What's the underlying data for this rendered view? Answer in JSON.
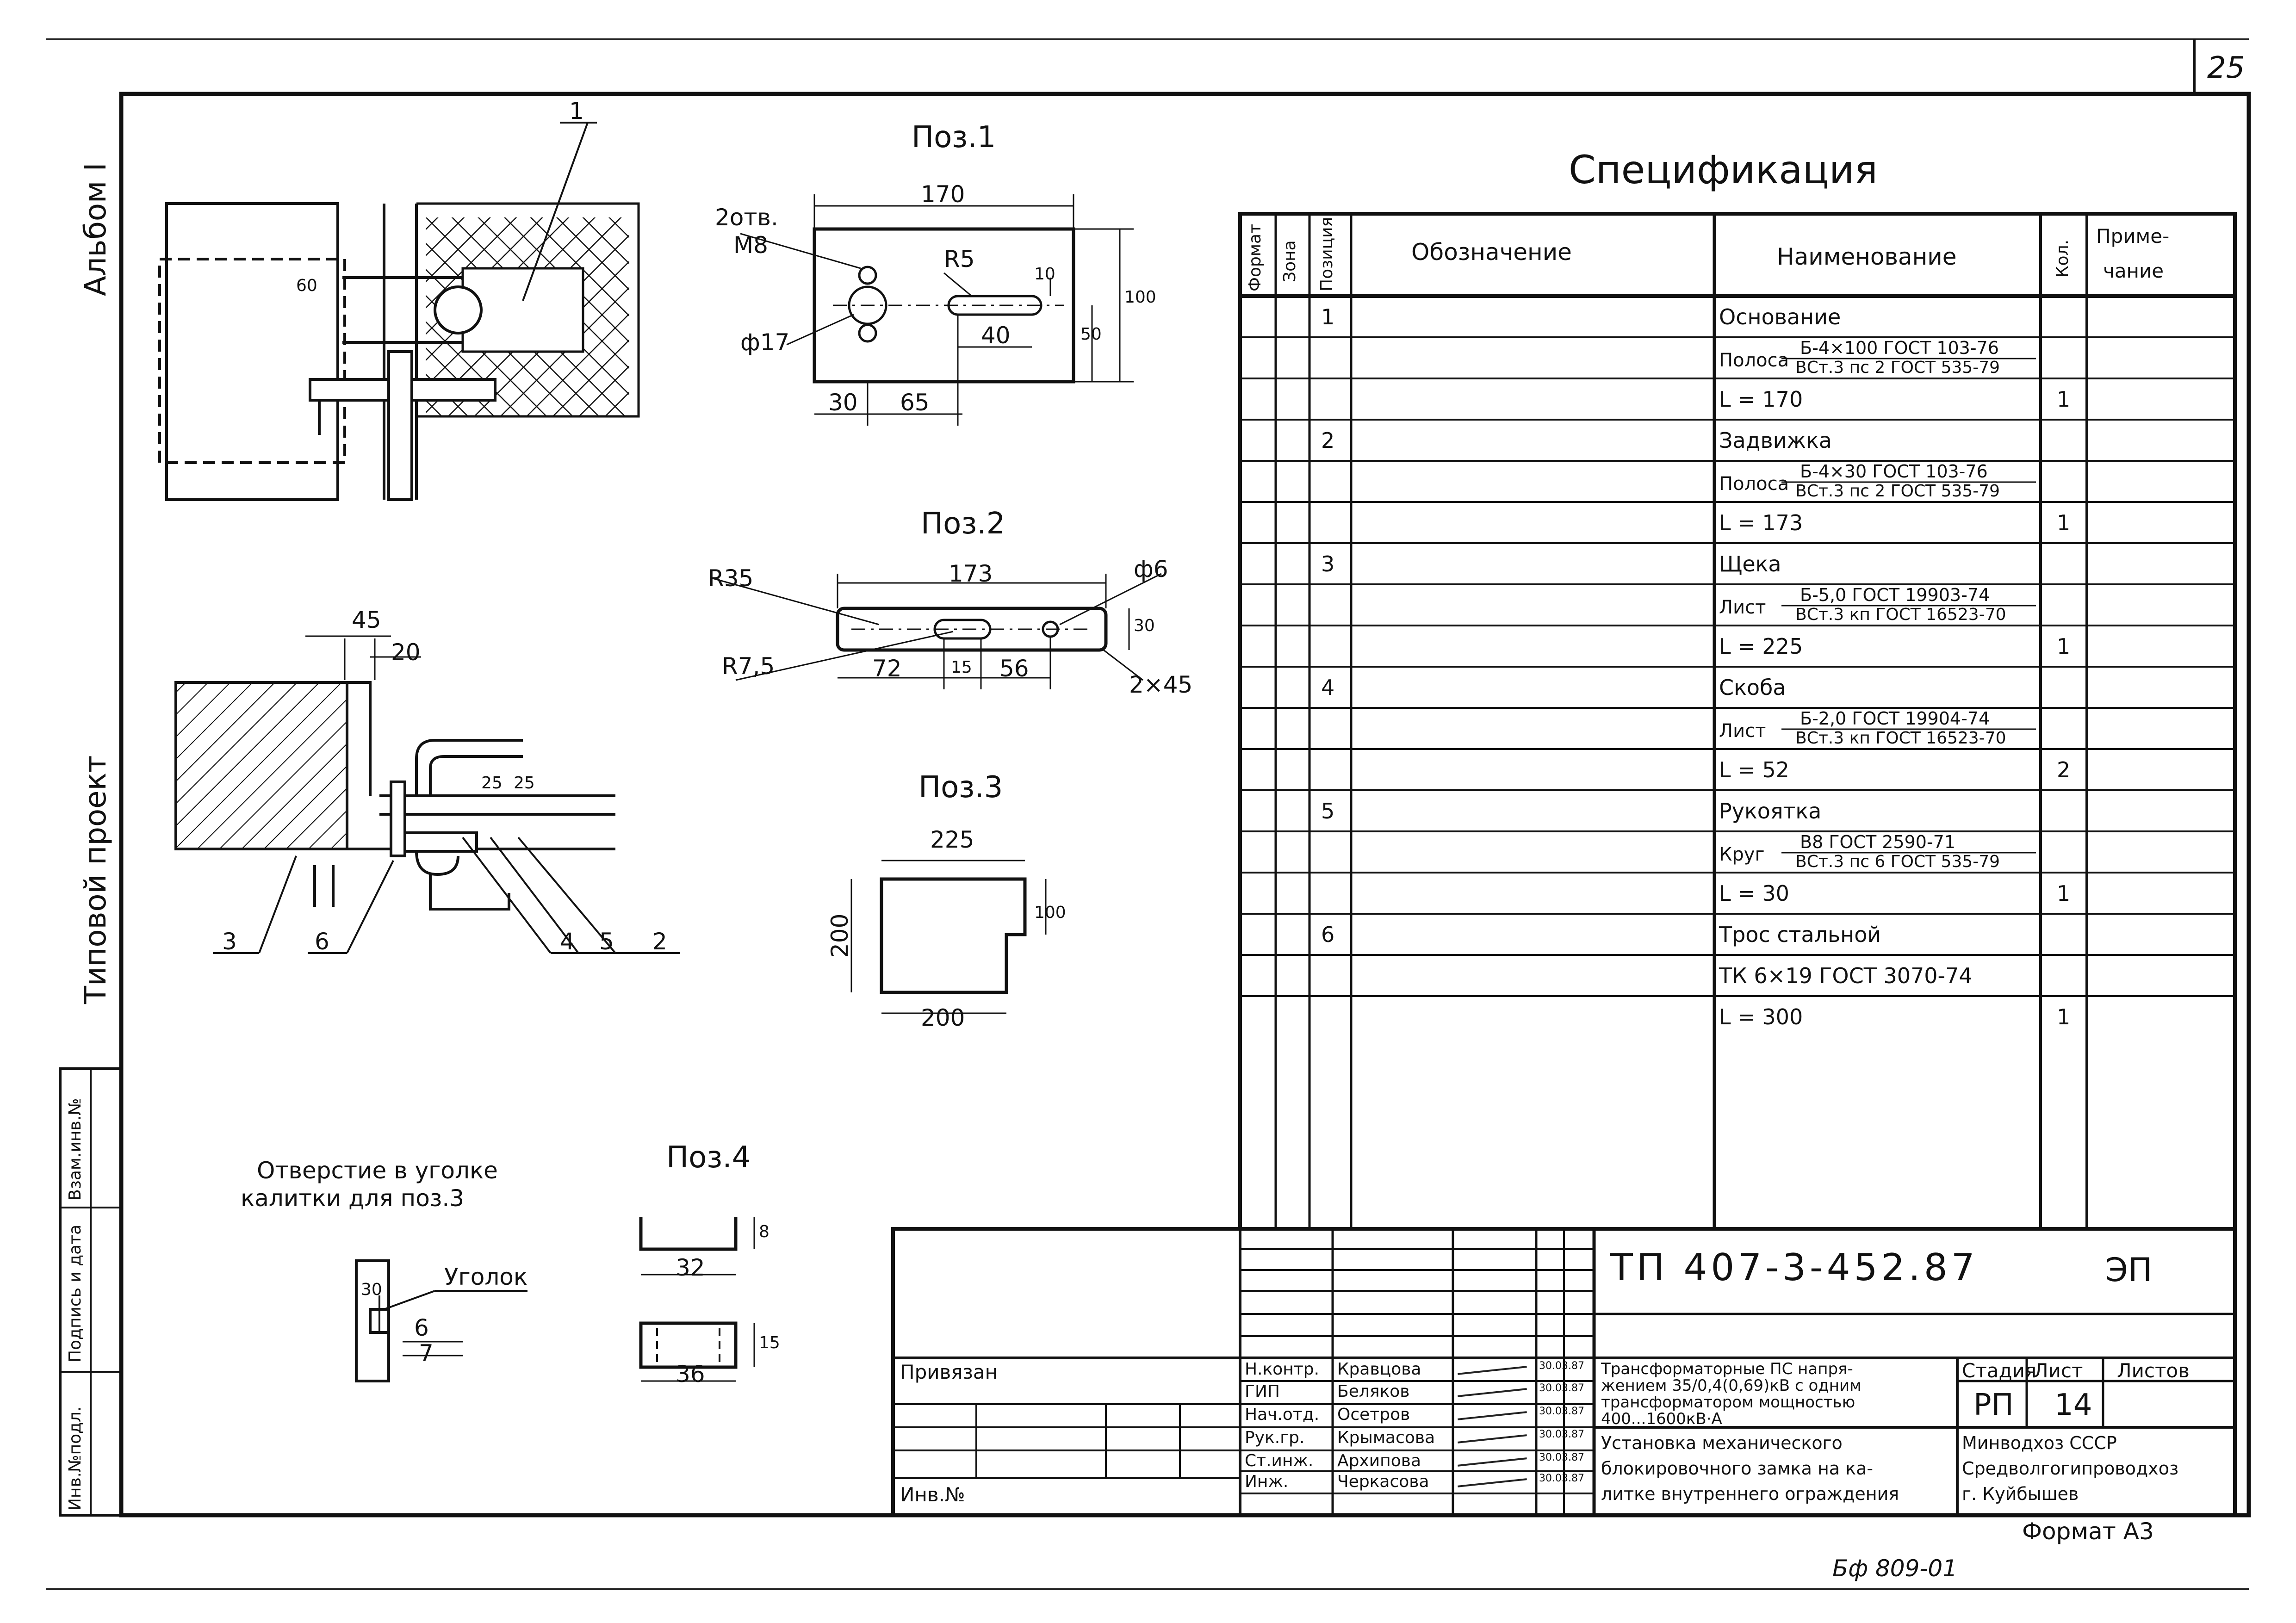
{
  "page_number": "25",
  "side_labels": {
    "album": "Альбом I",
    "project": "Типовой  проект",
    "inv_replace": "Взам.инв.№",
    "sign_date": "Подпись и дата",
    "inv_orig": "Инв.№подл."
  },
  "drawing": {
    "pos1": {
      "title": "Поз.1",
      "holes": "2отв.",
      "thread": "М8",
      "dia": "ф17",
      "radius": "R5",
      "dims": [
        "170",
        "10",
        "40",
        "50",
        "100",
        "30",
        "65",
        "60"
      ]
    },
    "pos2": {
      "title": "Поз.2",
      "dims": [
        "R35",
        "173",
        "ф6",
        "R7,5",
        "72",
        "15",
        "56",
        "30",
        "2×45"
      ]
    },
    "pos3": {
      "title": "Поз.3",
      "dims": [
        "225",
        "100",
        "200",
        "200"
      ]
    },
    "pos4": {
      "title": "Поз.4",
      "dims": [
        "32",
        "8",
        "36",
        "15"
      ]
    },
    "section_dims": [
      "45",
      "20",
      "25",
      "25"
    ],
    "leader_labels": [
      "1",
      "3",
      "6",
      "4",
      "5",
      "2"
    ],
    "hole_note_line1": "Отверстие в уголке",
    "hole_note_line2": "калитки для поз.3",
    "angle_label": "Уголок",
    "angle_dims": [
      "30",
      "6",
      "7"
    ]
  },
  "spec": {
    "title": "Спецификация",
    "headers": {
      "format": "Формат",
      "zone": "Зона",
      "position": "Позиция",
      "designation": "Обозначение",
      "name": "Наименование",
      "qty": "Кол.",
      "note_line1": "Приме-",
      "note_line2": "чание"
    },
    "rows": [
      {
        "pos": "1",
        "name": "Основание",
        "qty": ""
      },
      {
        "pos": "",
        "name_prefix": "Полоса",
        "name_top": "Б-4×100 ГОСТ 103-76",
        "name_bottom": "ВСт.3 пс 2 ГОСТ 535-79",
        "qty": ""
      },
      {
        "pos": "",
        "name": "L = 170",
        "qty": "1"
      },
      {
        "pos": "2",
        "name": "Задвижка",
        "qty": ""
      },
      {
        "pos": "",
        "name_prefix": "Полоса",
        "name_top": "Б-4×30 ГОСТ 103-76",
        "name_bottom": "ВСт.3 пс 2 ГОСТ 535-79",
        "qty": ""
      },
      {
        "pos": "",
        "name": "L = 173",
        "qty": "1"
      },
      {
        "pos": "3",
        "name": "Щека",
        "qty": ""
      },
      {
        "pos": "",
        "name_prefix": "Лист",
        "name_top": "Б-5,0 ГОСТ 19903-74",
        "name_bottom": "ВСт.3 кп ГОСТ 16523-70",
        "qty": ""
      },
      {
        "pos": "",
        "name": "L = 225",
        "qty": "1"
      },
      {
        "pos": "4",
        "name": "Скоба",
        "qty": ""
      },
      {
        "pos": "",
        "name_prefix": "Лист",
        "name_top": "Б-2,0 ГОСТ 19904-74",
        "name_bottom": "ВСт.3 кп ГОСТ 16523-70",
        "qty": ""
      },
      {
        "pos": "",
        "name": "L = 52",
        "qty": "2"
      },
      {
        "pos": "5",
        "name": "Рукоятка",
        "qty": ""
      },
      {
        "pos": "",
        "name_prefix": "Круг",
        "name_top": "В8 ГОСТ 2590-71",
        "name_bottom": "ВСт.3 пс 6 ГОСТ 535-79",
        "qty": ""
      },
      {
        "pos": "",
        "name": "L = 30",
        "qty": "1"
      },
      {
        "pos": "6",
        "name": "Трос стальной",
        "qty": ""
      },
      {
        "pos": "",
        "name": "ТК 6×19   ГОСТ 3070-74",
        "qty": ""
      },
      {
        "pos": "",
        "name": "L = 300",
        "qty": "1"
      }
    ]
  },
  "title_block": {
    "code": "ТП  407-3-452.87",
    "section": "ЭП",
    "bound": "Привязан",
    "inv_no": "Инв.№",
    "roles": [
      "Н.контр.",
      "ГИП",
      "Нач.отд.",
      "Рук.гр.",
      "Ст.инж.",
      "Инж."
    ],
    "names": [
      "Кравцова",
      "Беляков",
      "Осетров",
      "Крымасова",
      "Архипова",
      "Черкасова"
    ],
    "dates": [
      "30.03.87",
      "30.03.87",
      "30.03.87",
      "30.03.87",
      "30.03.87",
      "30.03.87"
    ],
    "object_lines": [
      "Трансформаторные ПС напря-",
      "жением 35/0,4(0,69)кВ с одним",
      "трансформатором мощностью",
      "400...1600кВ·А"
    ],
    "sheet_title_lines": [
      "Установка механического",
      "блокировочного замка на ка-",
      "литке внутреннего ограждения"
    ],
    "stage_label": "Стадия",
    "sheet_label": "Лист",
    "sheets_label": "Листов",
    "stage": "РП",
    "sheet": "14",
    "org_lines": [
      "Минводхоз СССР",
      "Средволгогипроводхоз",
      "г. Куйбышев"
    ],
    "format": "Формат А3",
    "stamp": "Бф 809-01"
  }
}
